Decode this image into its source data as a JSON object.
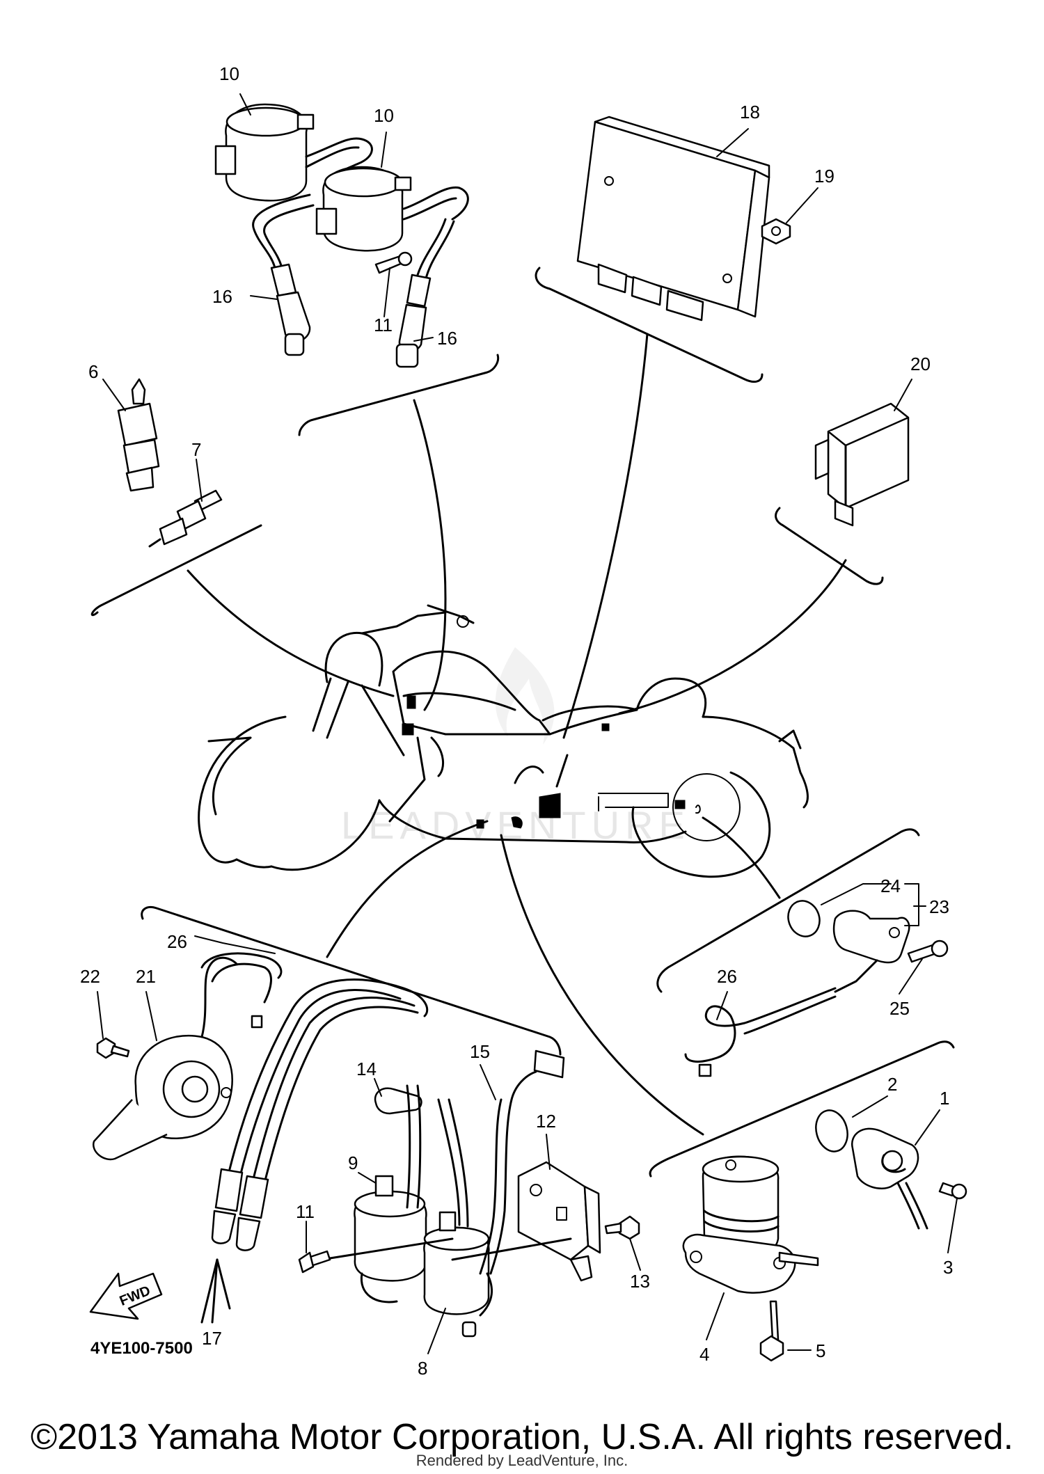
{
  "diagram": {
    "watermark": "LEADVENTURE",
    "drawing_code": "4YE100-7500",
    "direction_label": "FWD",
    "copyright": "©2013 Yamaha Motor Corporation, U.S.A. All rights reserved.",
    "rendered_by": "Rendered by LeadVenture, Inc.",
    "callouts": [
      {
        "id": "10a",
        "label": "10"
      },
      {
        "id": "10b",
        "label": "10"
      },
      {
        "id": "16a",
        "label": "16"
      },
      {
        "id": "11a",
        "label": "11"
      },
      {
        "id": "16b",
        "label": "16"
      },
      {
        "id": "18",
        "label": "18"
      },
      {
        "id": "19",
        "label": "19"
      },
      {
        "id": "6",
        "label": "6"
      },
      {
        "id": "7",
        "label": "7"
      },
      {
        "id": "20",
        "label": "20"
      },
      {
        "id": "24",
        "label": "24"
      },
      {
        "id": "23",
        "label": "23"
      },
      {
        "id": "25",
        "label": "25"
      },
      {
        "id": "26a",
        "label": "26"
      },
      {
        "id": "26b",
        "label": "26"
      },
      {
        "id": "22",
        "label": "22"
      },
      {
        "id": "21",
        "label": "21"
      },
      {
        "id": "14",
        "label": "14"
      },
      {
        "id": "15",
        "label": "15"
      },
      {
        "id": "12",
        "label": "12"
      },
      {
        "id": "9",
        "label": "9"
      },
      {
        "id": "11b",
        "label": "11"
      },
      {
        "id": "17",
        "label": "17"
      },
      {
        "id": "13",
        "label": "13"
      },
      {
        "id": "8",
        "label": "8"
      },
      {
        "id": "2",
        "label": "2"
      },
      {
        "id": "1",
        "label": "1"
      },
      {
        "id": "3",
        "label": "3"
      },
      {
        "id": "4",
        "label": "4"
      },
      {
        "id": "5",
        "label": "5"
      }
    ]
  }
}
